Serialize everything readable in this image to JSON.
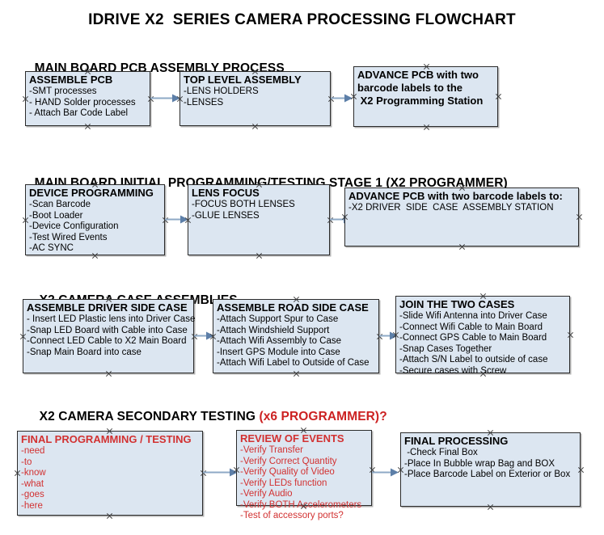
{
  "document": {
    "title": "IDRIVE X2  SERIES CAMERA PROCESSING FLOWCHART"
  },
  "colors": {
    "box_fill": "#dce6f1",
    "box_border": "#2b2b2b",
    "arrow": "#8ea9c6",
    "red_accent": "#d23131",
    "text": "#000000"
  },
  "sections": [
    {
      "id": "main-board-pcb-assembly-process",
      "heading": "MAIN BOARD PCB ASSEMBLY PROCESS",
      "heading_accent": "",
      "nodes": [
        {
          "id": "assemble-pcb",
          "title": "ASSEMBLE PCB",
          "lines": [
            "-SMT processes",
            "- HAND Solder processes",
            "- Attach Bar Code Label"
          ],
          "red": false
        },
        {
          "id": "top-level-assembly",
          "title": "TOP LEVEL ASSEMBLY",
          "lines": [
            "-LENS HOLDERS",
            "-LENSES"
          ],
          "red": false
        },
        {
          "id": "advance-pcb-to-x2-programming-station",
          "title": "ADVANCE PCB with two",
          "lines": [
            "barcode labels to the",
            " X2 Programming Station"
          ],
          "red": false
        }
      ]
    },
    {
      "id": "main-board-initial-programming",
      "heading": "MAIN BOARD INITIAL PROGRAMMING/TESTING STAGE 1 (X2 PROGRAMMER)",
      "heading_accent": "",
      "nodes": [
        {
          "id": "device-programming",
          "title": "DEVICE PROGRAMMING",
          "lines": [
            "-Scan Barcode",
            "-Boot Loader",
            "-Device Configuration",
            "-Test Wired Events",
            "-AC SYNC"
          ],
          "red": false
        },
        {
          "id": "lens-focus",
          "title": "LENS FOCUS",
          "lines": [
            "-FOCUS BOTH LENSES",
            "-GLUE LENSES"
          ],
          "red": false
        },
        {
          "id": "advance-pcb-to-driver-side-case-assembly",
          "title": "ADVANCE PCB with two barcode labels to:",
          "lines": [
            "-X2 DRIVER  SIDE  CASE  ASSEMBLY STATION"
          ],
          "red": false
        }
      ]
    },
    {
      "id": "x2-camera-case-assemblies",
      "heading": "X2 CAMERA CASE ASSEMBLIES",
      "heading_accent": "",
      "nodes": [
        {
          "id": "assemble-driver-side-case",
          "title": "ASSEMBLE DRIVER SIDE CASE",
          "lines": [
            "- Insert LED Plastic lens into Driver Case",
            "-Snap LED Board with Cable into Case",
            "-Connect LED Cable to X2 Main Board",
            "-Snap Main Board into case"
          ],
          "red": false
        },
        {
          "id": "assemble-road-side-case",
          "title": "ASSEMBLE ROAD SIDE CASE",
          "lines": [
            "-Attach Support Spur to Case",
            "-Attach Windshield Support",
            "-Attach Wifi Assembly to Case",
            "-Insert GPS Module into Case",
            "-Attach Wifi Label to Outside of Case"
          ],
          "red": false
        },
        {
          "id": "join-the-two-cases",
          "title": "JOIN THE TWO CASES",
          "lines": [
            "-Slide Wifi Antenna into Driver Case",
            "-Connect Wifi Cable to Main Board",
            "-Connect GPS Cable to Main Board",
            "-Snap Cases Together",
            "-Attach S/N Label to outside of case",
            "-Secure cases with Screw"
          ],
          "red": false
        }
      ]
    },
    {
      "id": "x2-camera-secondary-testing",
      "heading": "X2 CAMERA SECONDARY TESTING ",
      "heading_accent": "(x6 PROGRAMMER)?",
      "nodes": [
        {
          "id": "final-programming-testing",
          "title": "FINAL PROGRAMMING / TESTING",
          "lines": [
            "-need",
            "-to",
            "-know",
            "-what",
            "-goes",
            "-here"
          ],
          "red": true
        },
        {
          "id": "review-of-events",
          "title": "REVIEW OF EVENTS",
          "lines": [
            "-Verify Transfer",
            "-Verify Correct Quantity",
            "-Verify Quality of Video",
            "-Verify LEDs function",
            "-Verify Audio",
            "-Verify BOTH Accelerometers",
            "-Test of accessory ports?"
          ],
          "red": true
        },
        {
          "id": "final-processing",
          "title": "FINAL PROCESSING",
          "lines": [
            " -Check Final Box",
            "-Place In Bubble wrap Bag and BOX",
            "-Place Barcode Label on Exterior or Box"
          ],
          "red": false
        }
      ]
    }
  ]
}
